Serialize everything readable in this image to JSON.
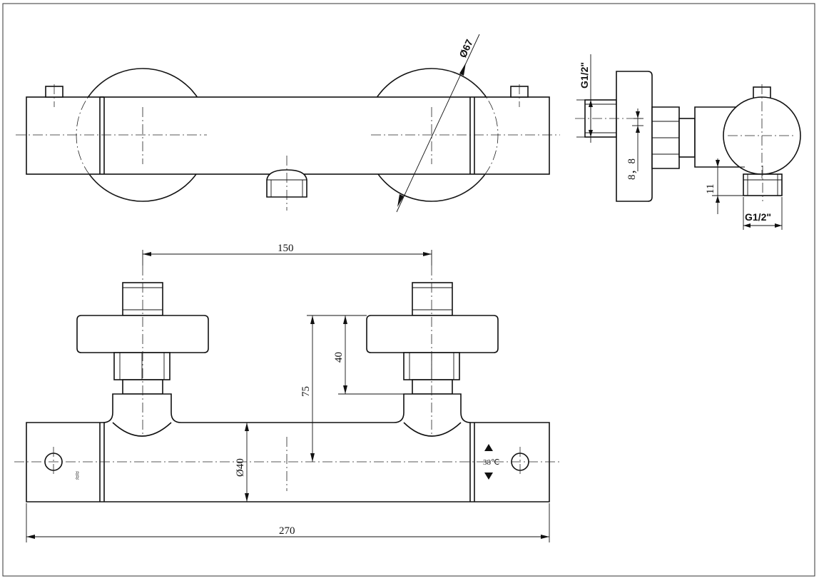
{
  "dimensions": {
    "diameter_knob": "Ø67",
    "thread_top": "G1/2\"",
    "thread_side": "G1/2\"",
    "offset_8_8": "8，8",
    "offset_11": "11",
    "spacing": "150",
    "depth_40": "40",
    "depth_75": "75",
    "diameter_body": "Ø40",
    "length": "270"
  },
  "markings": {
    "temperature": "38℃",
    "flow_symbol": "≈≈"
  },
  "colors": {
    "line": "#111111",
    "background": "#ffffff"
  }
}
